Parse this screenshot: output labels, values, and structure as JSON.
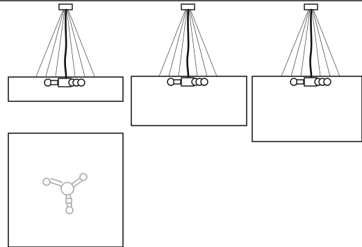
{
  "colors": {
    "frame": "#1a1a1a",
    "wire": "#3a3a3a",
    "cord": "#111111",
    "plan_view": "#a8a8a8",
    "background": "#ffffff"
  },
  "views": [
    {
      "kind": "elevation",
      "name": "fixture-elevation-1"
    },
    {
      "kind": "elevation",
      "name": "fixture-elevation-2"
    },
    {
      "kind": "elevation",
      "name": "fixture-elevation-3"
    },
    {
      "kind": "plan",
      "name": "fixture-plan-view",
      "arms": 3
    }
  ]
}
